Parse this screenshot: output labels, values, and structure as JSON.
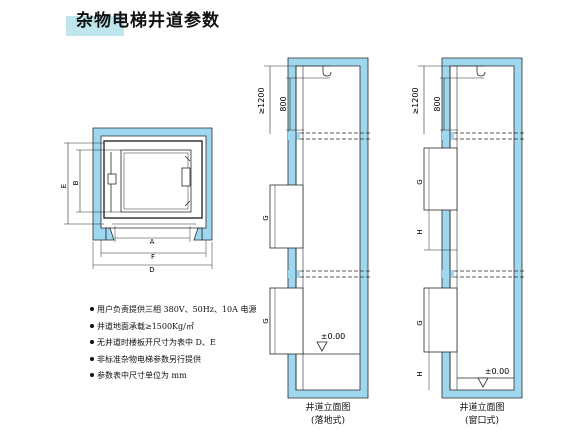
{
  "title": "杂物电梯井道参数",
  "plan": {
    "dims": {
      "e": "E",
      "b": "B",
      "a": "A",
      "f": "F",
      "d": "D"
    }
  },
  "elevation_left": {
    "dim_top": "≥1200",
    "dim_inner": "800",
    "dim_door": "G",
    "level": "±0.00",
    "caption_line1": "井道立面图",
    "caption_line2": "(落地式)"
  },
  "elevation_right": {
    "dim_top": "≥1200",
    "dim_inner": "800",
    "dim_door_upper": "G",
    "dim_sill_upper": "H",
    "dim_door_lower": "G",
    "dim_sill_lower": "H",
    "level": "±0.00",
    "caption_line1": "井道立面图",
    "caption_line2": "(窗口式)"
  },
  "notes": [
    "用户负责提供三相 380V、50Hz、10A 电源",
    "井道地面承载≥1500Kg/㎡",
    "无井道时楼板开尺寸为表中 D、E",
    "非标准杂物电梯参数另行提供",
    "参数表中尺寸单位为 mm"
  ],
  "colors": {
    "wall": "#9fd7ee",
    "line": "#2a2a2a",
    "fill": "#ffffff"
  }
}
